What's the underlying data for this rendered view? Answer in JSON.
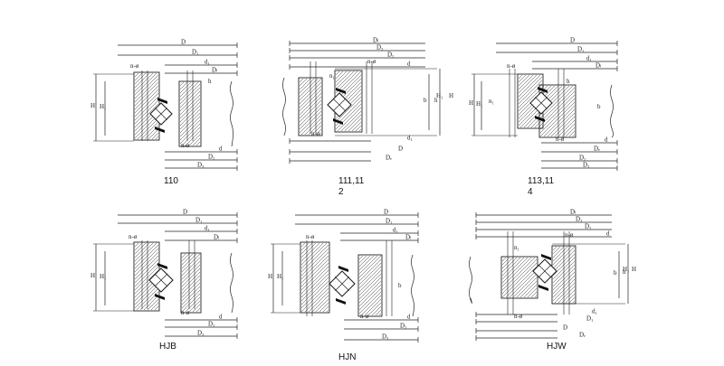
{
  "panels": [
    {
      "id": "110",
      "caption_lines": [
        "110"
      ],
      "dim_labels": {
        "top": [
          "D",
          "D₁",
          "d₁",
          "Dₗ"
        ],
        "bottom": [
          "d",
          "D₂",
          "D₃"
        ],
        "left": [
          "H",
          "H₁"
        ],
        "holes_top": "n-ø",
        "holes_bottom": "n-ø",
        "aux": [
          "h"
        ]
      }
    },
    {
      "id": "111-112",
      "caption_lines": [
        "111,11",
        "2"
      ],
      "dim_labels": {
        "top": [
          "Dₗ",
          "D₃",
          "D₂",
          "d"
        ],
        "bottom": [
          "d₁",
          "D",
          "Dₑ"
        ],
        "left": [
          "h",
          "b"
        ],
        "right": [
          "H₁",
          "H"
        ],
        "holes_top": "n-ø",
        "holes_bottom": "n-ø",
        "aux": [
          "n₁"
        ]
      }
    },
    {
      "id": "113-114",
      "caption_lines": [
        "113,11",
        "4"
      ],
      "dim_labels": {
        "top": [
          "D",
          "D₁",
          "d₁",
          "Dₗ"
        ],
        "bottom": [
          "d",
          "Dₑ",
          "D₂",
          "D₃"
        ],
        "left": [
          "H",
          "H₁"
        ],
        "right": [
          "b"
        ],
        "holes_top": "n-ø",
        "holes_bottom": "n-ø",
        "aux": [
          "n₁",
          "h"
        ]
      }
    },
    {
      "id": "HJB",
      "caption_lines": [
        "HJB"
      ],
      "dim_labels": {
        "top": [
          "D",
          "D₁",
          "d₁",
          "Dₗ"
        ],
        "bottom": [
          "d",
          "D₂",
          "D₃"
        ],
        "left": [
          "H",
          "H₁"
        ],
        "holes_top": "n-ø",
        "holes_bottom": "n-ø",
        "aux": []
      }
    },
    {
      "id": "HJN",
      "caption_lines": [
        "HJN"
      ],
      "dim_labels": {
        "top": [
          "D",
          "D₁",
          "d₁",
          "Dₗ"
        ],
        "bottom": [
          "d",
          "D₂",
          "D₃"
        ],
        "left": [
          "H",
          "H₁"
        ],
        "right": [
          "b"
        ],
        "holes_top": "n-ø",
        "holes_bottom": "n-ø",
        "aux": []
      }
    },
    {
      "id": "HJW",
      "caption_lines": [
        "HJW"
      ],
      "dim_labels": {
        "top": [
          "Dₗ",
          "D₃",
          "D₂",
          "d"
        ],
        "bottom": [
          "d₁",
          "D₁",
          "D",
          "Dₑ"
        ],
        "left": [
          "h",
          "b"
        ],
        "right": [
          "H₁",
          "H"
        ],
        "holes_top": "n-ø",
        "holes_bottom": "n-ø",
        "aux": [
          "n₁"
        ]
      }
    }
  ]
}
